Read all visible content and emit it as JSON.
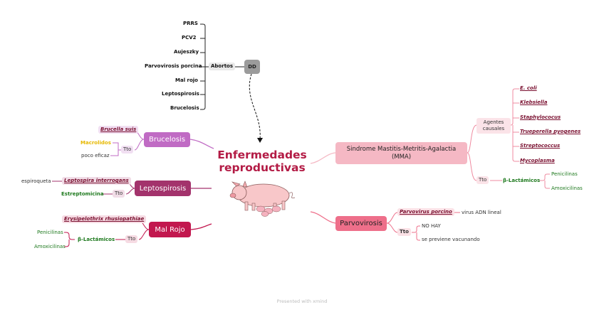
{
  "central": {
    "line1": "Enfermedades",
    "line2": "reproductivas"
  },
  "dd": {
    "box": "DD",
    "abortos": "Abortos",
    "items": [
      "PRRS",
      "PCV2",
      "Aujeszky",
      "Parvovirosis porcina",
      "Mal rojo",
      "Leptospirosis",
      "Brucelosis"
    ]
  },
  "brucelosis": {
    "title": "Brucelosis",
    "agent": "Brucella suis",
    "tto": "Tto",
    "drug": "Macrolidos",
    "note": "poco eficaz"
  },
  "leptospirosis": {
    "title": "Leptospirosis",
    "agent": "Leptospira interrogans",
    "agent_note": "espiroqueta",
    "tto": "Tto",
    "drug": "Estreptomicina"
  },
  "malrojo": {
    "title": "Mal Rojo",
    "agent": "Erysipelothrix rhusiopathiae",
    "tto": "Tto",
    "drug_group": "β-Lactámicos",
    "drugs": [
      "Penicilinas",
      "Amoxicilinas"
    ]
  },
  "mma": {
    "title": "Sindrome Mastitis-Metritis-Agalactia (MMA)",
    "agentes_label": "Agentes causales",
    "agentes": [
      "E. coli",
      "Klebsiella",
      "Staphylococus",
      "Trueperella pyogenes",
      "Streptococcus",
      "Mycoplasma"
    ],
    "tto": "Tto",
    "drug_group": "β-Lactámicos",
    "drugs": [
      "Penicilinas",
      "Amoxicilinas"
    ]
  },
  "parvovirosis": {
    "title": "Parvovirosis",
    "agent": "Parvovirus porcino",
    "agent_note": "virus ADN lineal",
    "tto": "Tto",
    "tto_items": [
      "NO HAY",
      "se previene vacunando"
    ]
  },
  "footer": "Presented with xmind",
  "colors": {
    "brucelosis": "#c06bc4",
    "leptospirosis": "#a3336c",
    "malrojo": "#c2174e",
    "mma": "#f5b8c4",
    "parvovirosis": "#ee6f8a",
    "dd": "#9b9b9b",
    "central": "#b31b45"
  }
}
